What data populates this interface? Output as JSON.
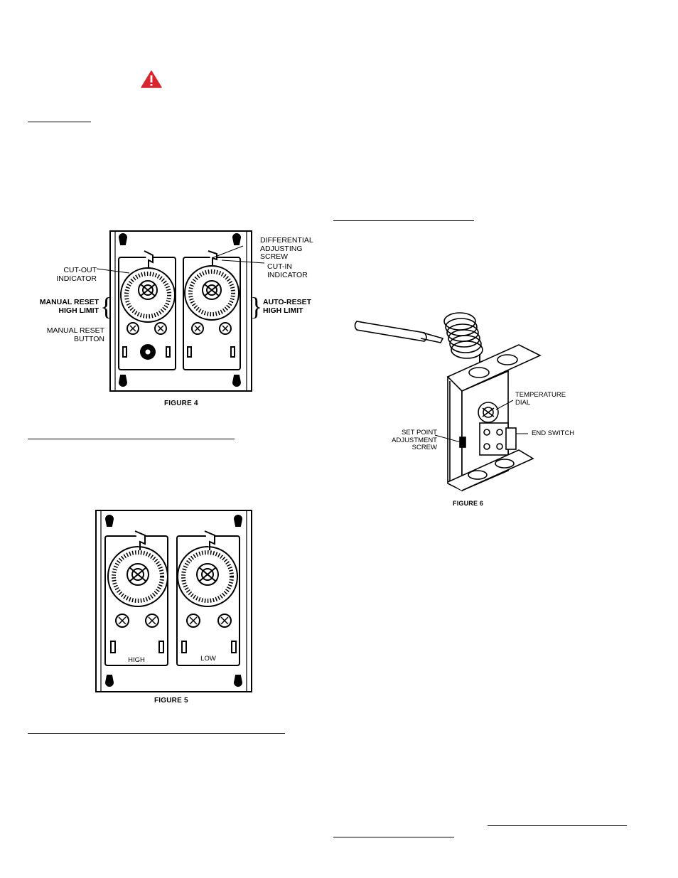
{
  "figure4": {
    "caption": "FIGURE 4",
    "labels": {
      "cut_out": "CUT-OUT\nINDICATOR",
      "manual_reset_high_limit": "MANUAL RESET\nHIGH LIMIT",
      "manual_reset_button": "MANUAL RESET\nBUTTON",
      "differential": "DIFFERENTIAL\nADJUSTING\nSCREW",
      "cut_in": "CUT-IN\nINDICATOR",
      "auto_reset_high_limit": "AUTO-RESET\nHIGH LIMIT"
    }
  },
  "figure5": {
    "caption": "FIGURE 5",
    "labels": {
      "high": "HIGH",
      "low": "LOW"
    }
  },
  "figure6": {
    "caption": "FIGURE 6",
    "labels": {
      "temperature_dial": "TEMPERATURE\nDIAL",
      "end_switch": "END SWITCH",
      "set_point": "SET POINT\nADJUSTMENT\nSCREW"
    }
  },
  "colors": {
    "warning": "#d9262e",
    "ink": "#000000"
  },
  "icons": {
    "warning": "warning-triangle-icon"
  }
}
